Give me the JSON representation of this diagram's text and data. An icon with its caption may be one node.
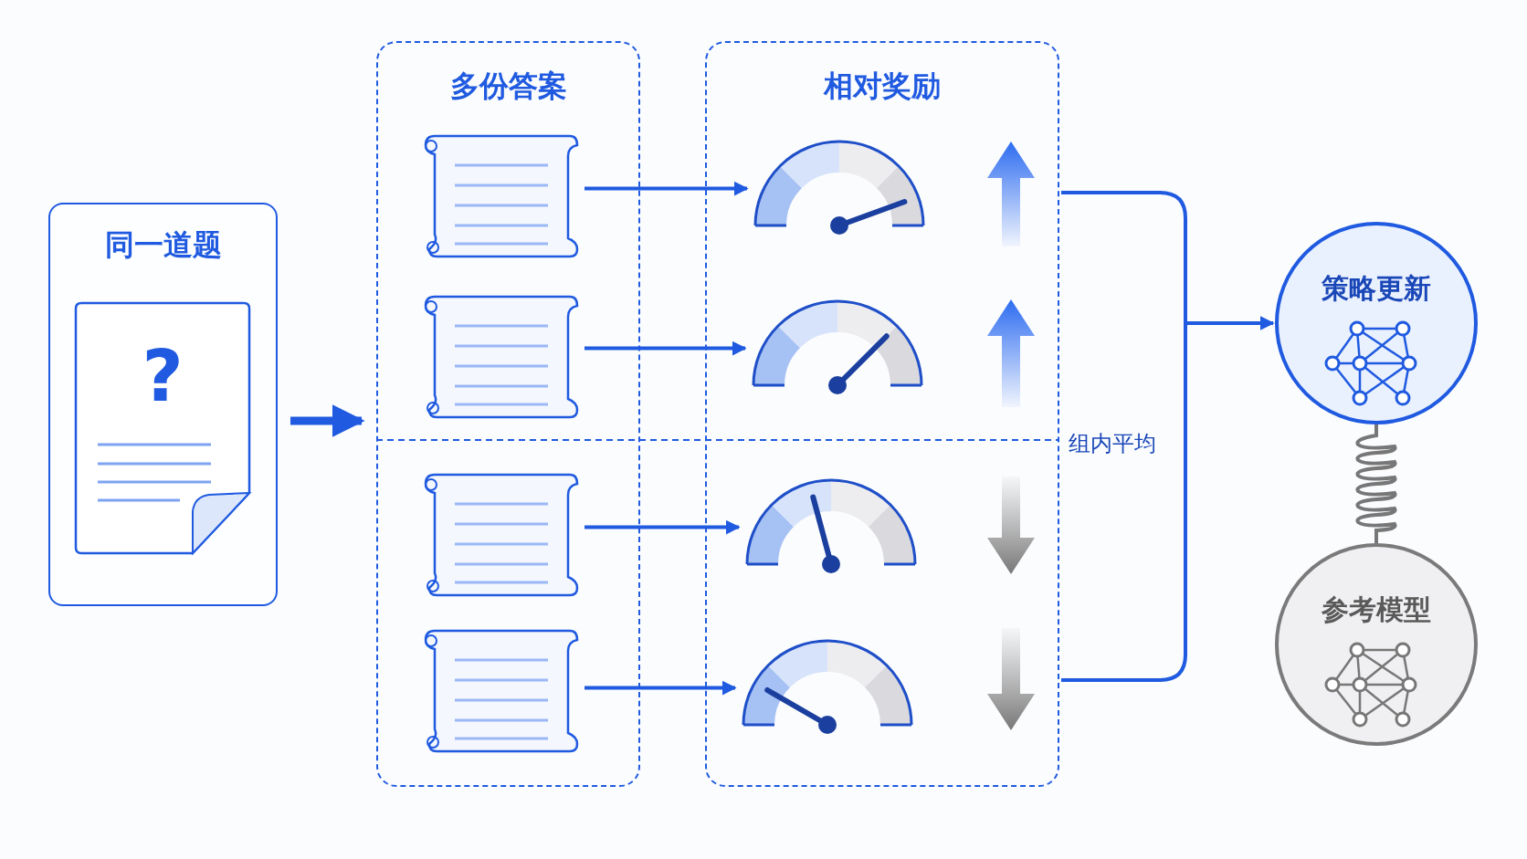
{
  "diagram": {
    "nodes": [
      {
        "text": [
          "同一道题"
        ]
      },
      {
        "text": [
          "?"
        ],
        "in": 0
      },
      {
        "text": [
          "多份答案"
        ]
      },
      {
        "text": [],
        "shape": "scroll",
        "in": 2
      },
      {
        "text": [],
        "shape": "scroll",
        "in": 2
      },
      {
        "text": [],
        "shape": "scroll",
        "in": 2
      },
      {
        "text": [],
        "shape": "scroll",
        "in": 2
      },
      {
        "text": [
          "相对奖励"
        ]
      },
      {
        "text": [],
        "shape": "gauge",
        "in": 7
      },
      {
        "text": [],
        "shape": "gauge",
        "in": 7
      },
      {
        "text": [],
        "shape": "gauge",
        "in": 7
      },
      {
        "text": [],
        "shape": "gauge",
        "in": 7
      },
      {
        "text": [
          "策略更新"
        ]
      },
      {
        "text": [
          "参考模型"
        ]
      }
    ],
    "edges": [
      {
        "from": 0,
        "to": 2,
        "arrow": "to",
        "style": "thick"
      },
      {
        "from": 3,
        "to": 8,
        "arrow": "to"
      },
      {
        "from": 4,
        "to": 9,
        "arrow": "to"
      },
      {
        "from": 5,
        "to": 10,
        "arrow": "to"
      },
      {
        "from": 6,
        "to": 11,
        "arrow": "to"
      },
      {
        "from": 7,
        "to": 12,
        "arrow": "to"
      },
      {
        "from": 12,
        "to": 13,
        "arrow": "none",
        "color": "#777777"
      }
    ],
    "labels": [
      "组内平均"
    ]
  }
}
